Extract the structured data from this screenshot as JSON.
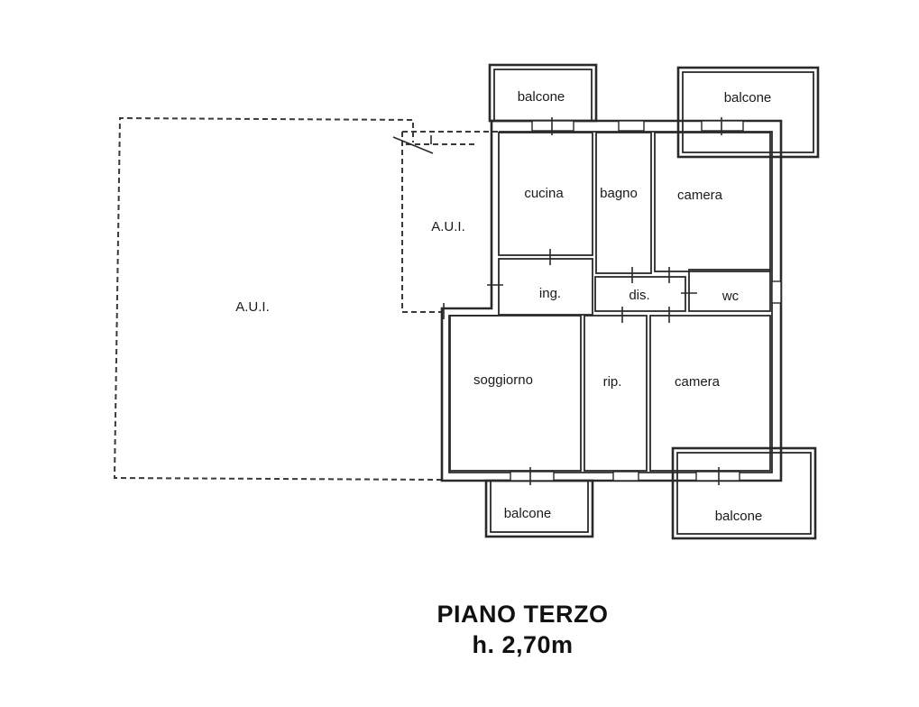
{
  "plan": {
    "rooms": {
      "aui_large": "A.U.I.",
      "aui_small": "A.U.I.",
      "cucina": "cucina",
      "bagno": "bagno",
      "camera_top": "camera",
      "ingresso": "ing.",
      "disimpegno": "dis.",
      "wc": "wc",
      "soggiorno": "soggiorno",
      "ripostiglio": "rip.",
      "camera_bottom": "camera"
    },
    "balconies": {
      "top_left": "balcone",
      "top_right": "balcone",
      "bottom_left": "balcone",
      "bottom_right": "balcone"
    }
  },
  "title": {
    "floor": "PIANO TERZO",
    "height": "h. 2,70m"
  },
  "colors": {
    "line": "#2a2a2a",
    "background": "#ffffff"
  }
}
